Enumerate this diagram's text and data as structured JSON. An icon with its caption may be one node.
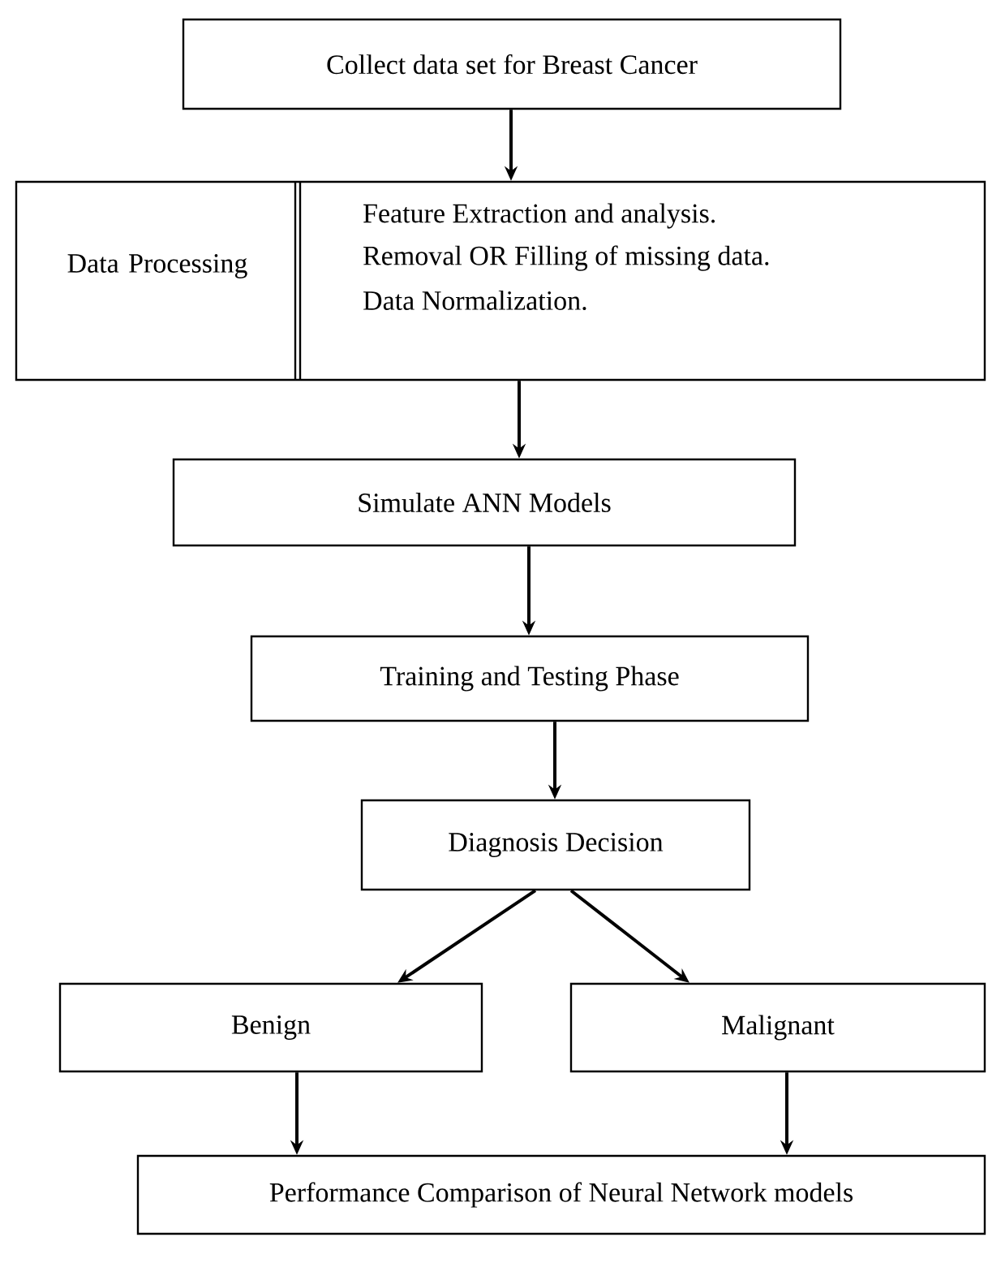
{
  "diagram": {
    "nodes": [
      {
        "text": [
          "Collect data set for Breast Cancer"
        ]
      },
      {
        "text": [
          "Data Processing",
          "Feature Extraction and analysis.",
          "Removal OR Filling of missing data.",
          "Data Normalization."
        ]
      },
      {
        "text": [
          "Simulate ANN Models"
        ]
      },
      {
        "text": [
          "Training and Testing Phase"
        ]
      },
      {
        "text": [
          "Diagnosis Decision"
        ]
      },
      {
        "text": [
          "Benign"
        ]
      },
      {
        "text": [
          "Malignant"
        ]
      },
      {
        "text": [
          "Performance Comparison of Neural Network models"
        ]
      }
    ],
    "edges": [
      {
        "from": 0,
        "to": 1,
        "arrow": "to"
      },
      {
        "from": 1,
        "to": 2,
        "arrow": "to"
      },
      {
        "from": 2,
        "to": 3,
        "arrow": "to"
      },
      {
        "from": 3,
        "to": 4,
        "arrow": "to"
      },
      {
        "from": 4,
        "to": 5,
        "arrow": "to"
      },
      {
        "from": 4,
        "to": 6,
        "arrow": "to"
      },
      {
        "from": 5,
        "to": 7,
        "arrow": "to"
      },
      {
        "from": 6,
        "to": 7,
        "arrow": "to"
      }
    ]
  }
}
